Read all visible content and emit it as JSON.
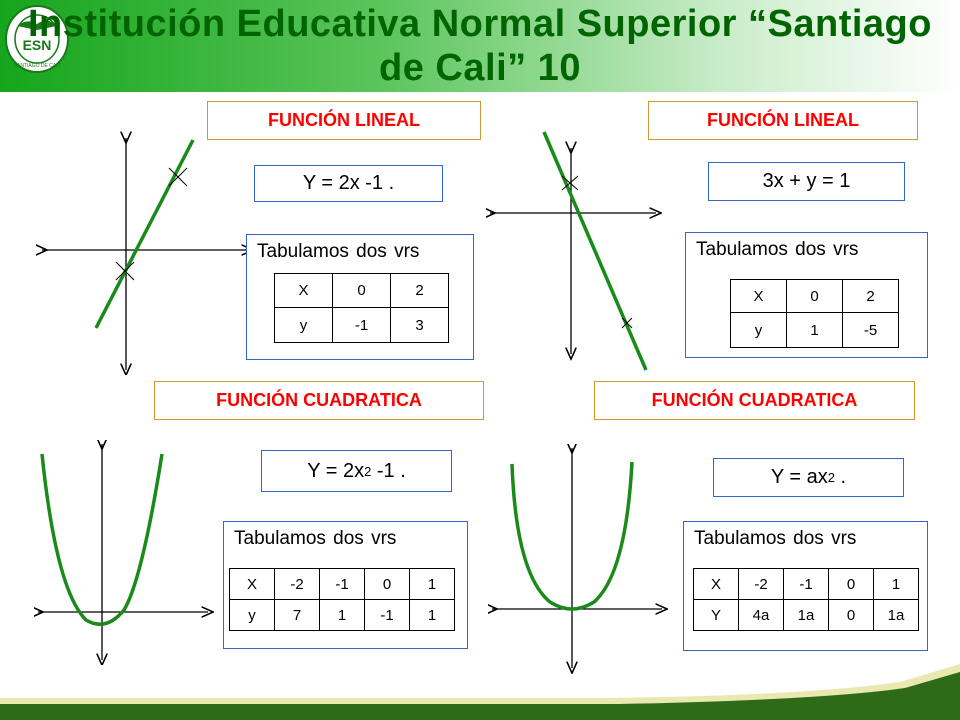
{
  "header": {
    "title": "Institución Educativa Normal Superior “Santiago de Cali” 10",
    "logo_text": "ESN",
    "logo_ring_text": "SANTIAGO DE CALI"
  },
  "colors": {
    "title": "#006400",
    "panel_title": "#ff0000",
    "curve": "#1a8a1a",
    "box_border": "#3366cc"
  },
  "panels": [
    {
      "title": "FUNCIÓN LINEAL",
      "equation": "Y = 2x -1 .",
      "table_label": "Tabulamos dos vrs",
      "table": [
        [
          "X",
          "0",
          "2"
        ],
        [
          "y",
          "-1",
          "3"
        ]
      ]
    },
    {
      "title": "FUNCIÓN LINEAL",
      "equation": "3x + y = 1",
      "table_label": "Tabulamos dos vrs",
      "table": [
        [
          "X",
          "0",
          "2"
        ],
        [
          "y",
          "1",
          "-5"
        ]
      ]
    },
    {
      "title": "FUNCIÓN CUADRATICA",
      "equation_main": "Y = 2x",
      "equation_sup": "2",
      "equation_tail": " -1 .",
      "table_label": "Tabulamos dos vrs",
      "table": [
        [
          "X",
          "-2",
          "-1",
          "0",
          "1"
        ],
        [
          "y",
          "7",
          "1",
          "-1",
          "1"
        ]
      ]
    },
    {
      "title": "FUNCIÓN CUADRATICA",
      "equation_main": "Y = ax",
      "equation_sup": "2",
      "equation_tail": " .",
      "table_label": "Tabulamos dos vrs",
      "table": [
        [
          "X",
          "-2",
          "-1",
          "0",
          "1"
        ],
        [
          "Y",
          "4a",
          "1a",
          "0",
          "1a"
        ]
      ]
    }
  ]
}
